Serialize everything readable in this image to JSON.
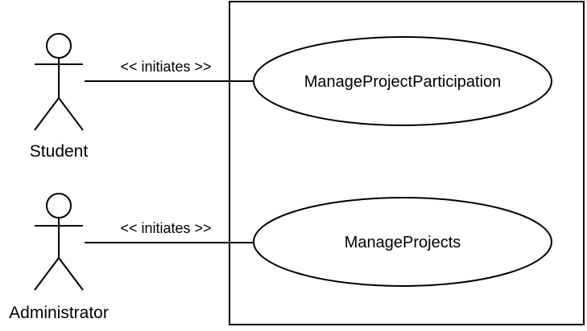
{
  "diagram": {
    "actors": [
      {
        "id": "student",
        "label": "Student"
      },
      {
        "id": "administrator",
        "label": "Administrator"
      }
    ],
    "use_cases": [
      {
        "id": "manage-project-participation",
        "label": "ManageProjectParticipation"
      },
      {
        "id": "manage-projects",
        "label": "ManageProjects"
      }
    ],
    "associations": [
      {
        "from": "student",
        "to": "manage-project-participation",
        "label": "<< initiates >>"
      },
      {
        "from": "administrator",
        "to": "manage-projects",
        "label": "<< initiates >>"
      }
    ],
    "colors": {
      "stroke": "#000000",
      "background": "#ffffff"
    }
  }
}
